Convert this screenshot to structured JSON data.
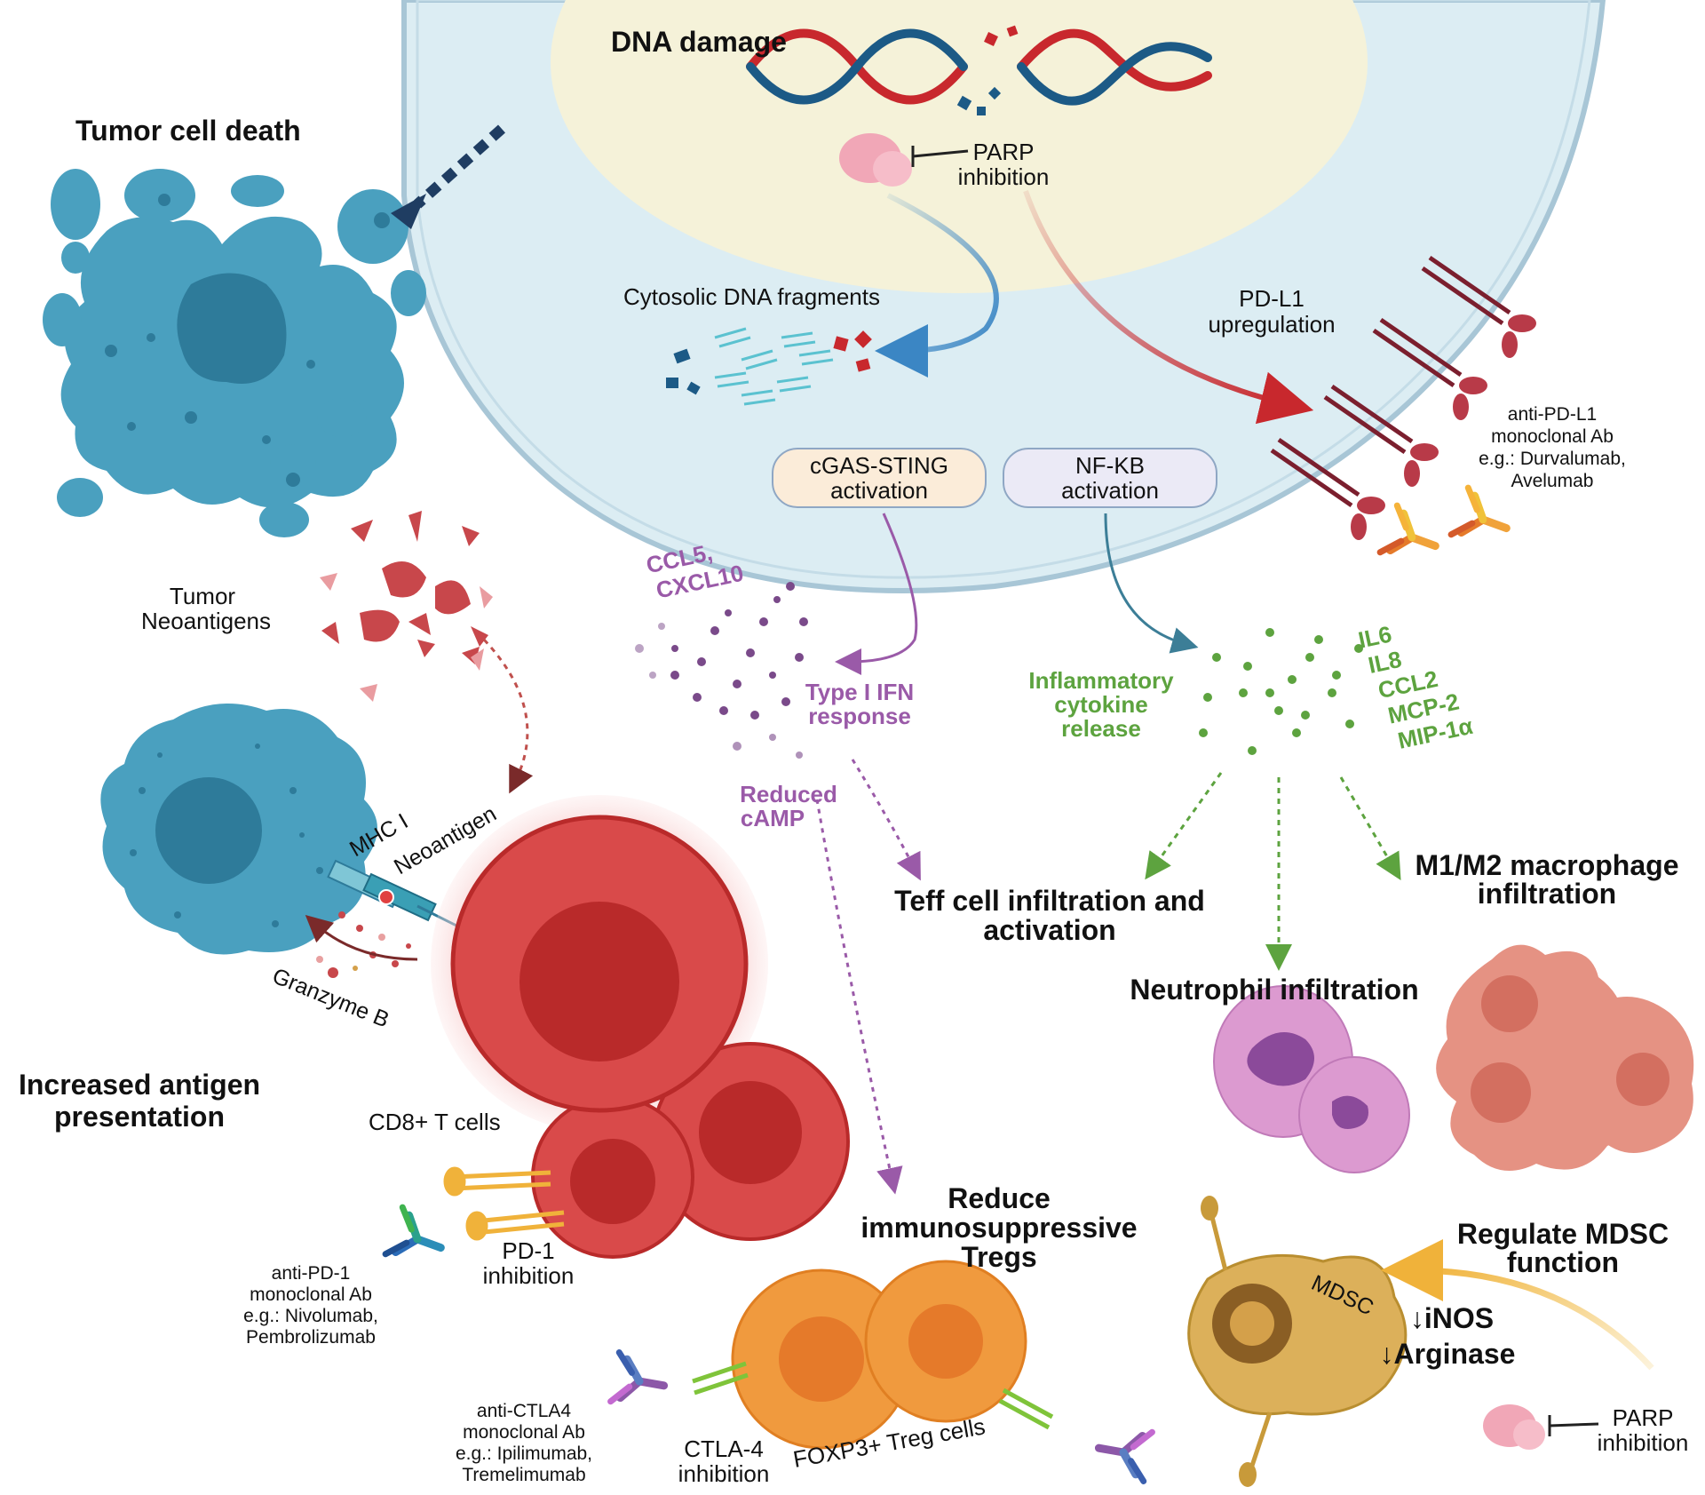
{
  "labels": {
    "dna_damage": "DNA damage",
    "tumor_cell_death": "Tumor cell death",
    "parp_top": [
      "PARP",
      "inhibition"
    ],
    "cytosolic": "Cytosolic DNA fragments",
    "pdl1_up": [
      "PD-L1",
      "upregulation"
    ],
    "anti_pdl1": [
      "anti-PD-L1",
      "monoclonal Ab",
      "e.g.: Durvalumab,",
      "Avelumab"
    ],
    "cgas": [
      "cGAS-STING",
      "activation"
    ],
    "nfkb": [
      "NF-KB",
      "activation"
    ],
    "ccl5": [
      "CCL5,",
      "CXCL10"
    ],
    "type1": [
      "Type I IFN",
      "response"
    ],
    "inflammatory": [
      "Inflammatory",
      "cytokine",
      "release"
    ],
    "cytokines": [
      "IL6",
      "IL8",
      "CCL2",
      "MCP-2",
      "MIP-1α"
    ],
    "tumor_neo": [
      "Tumor",
      "Neoantigens"
    ],
    "mhc": "MHC I",
    "neoantigen": "Neoantigen",
    "granzyme": "Granzyme B",
    "reduced_camp": [
      "Reduced",
      "cAMP"
    ],
    "teff": [
      "Teff cell infiltration and",
      "activation"
    ],
    "m1m2": [
      "M1/M2 macrophage",
      "infiltration"
    ],
    "neutrophil": "Neutrophil infiltration",
    "increased": [
      "Increased antigen",
      "presentation"
    ],
    "cd8": "CD8+ T cells",
    "reduce_tregs": [
      "Reduce",
      "immunosuppressive",
      "Tregs"
    ],
    "pd1": [
      "PD-1",
      "inhibition"
    ],
    "anti_pd1": [
      "anti-PD-1",
      "monoclonal Ab",
      "e.g.: Nivolumab,",
      "Pembrolizumab"
    ],
    "regulate_mdsc": [
      "Regulate MDSC",
      "function"
    ],
    "mdsc": "MDSC",
    "inos": "↓iNOS",
    "arginase": "↓Arginase",
    "parp_bottom": [
      "PARP",
      "inhibition"
    ],
    "anti_ctla4": [
      "anti-CTLA4",
      "monoclonal Ab",
      "e.g.: Ipilimumab,",
      "Tremelimumab"
    ],
    "ctla4": [
      "CTLA-4",
      "inhibition"
    ],
    "foxp3": "FOXP3+ Treg cells"
  },
  "colors": {
    "nucleus_fill": "#f5f2d9",
    "cell_fill": "#dcedf3",
    "cell_border": "#a8c6d6",
    "tumor_blue": "#4aa0bf",
    "tumor_dark": "#2e7b9a",
    "cd8_red": "#d94a4a",
    "cd8_dark": "#b92a2a",
    "treg_orange": "#f09a3e",
    "purple": "#9a5aa8",
    "green": "#5da33f",
    "dna_red": "#c8282d",
    "dna_blue": "#1c5a86",
    "macrophage": "#e59283",
    "neutrophil": "#dc9ad0",
    "mdsc": "#dcb05a"
  }
}
